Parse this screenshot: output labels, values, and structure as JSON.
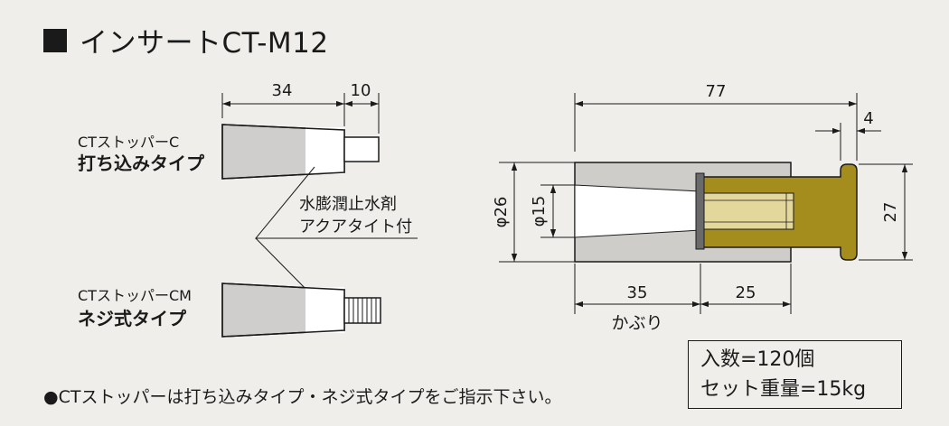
{
  "title": "インサートCT-M12",
  "stopper_c": {
    "line1": "CTストッパーC",
    "line2": "打ち込みタイプ"
  },
  "stopper_cm": {
    "line1": "CTストッパーCM",
    "line2": "ネジ式タイプ"
  },
  "sealant": {
    "line1": "水膨潤止水剤",
    "line2": "アクアタイト付"
  },
  "dimensions": {
    "stopper_body": "34",
    "stopper_tip": "10",
    "overall": "77",
    "flange": "4",
    "outer_dia": "φ26",
    "inner_dia": "φ15",
    "height": "27",
    "cover_depth": "35",
    "insert_len": "25",
    "cover_label": "かぶり"
  },
  "spec": {
    "qty": "入数=120個",
    "weight": "セット重量=15kg"
  },
  "footnote": "●CTストッパーは打ち込みタイプ・ネジ式タイプをご指示下さい。",
  "colors": {
    "background": "#efeeea",
    "concrete": "#cfcdca",
    "insert": "#a48d1c",
    "cavity": "#e3d79c"
  }
}
